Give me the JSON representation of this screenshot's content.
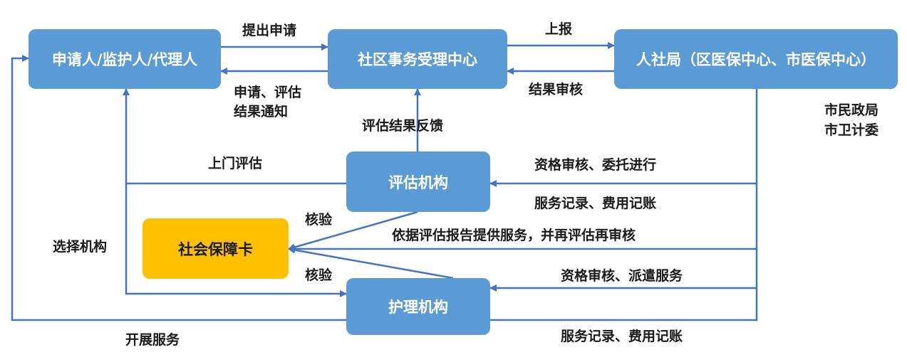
{
  "colors": {
    "box": "#5b9bd5",
    "card": "#ffc000",
    "line": "#4472c4"
  },
  "nodes": {
    "applicant": "申请人/监护人/代理人",
    "community": "社区事务受理中心",
    "bureau": "人社局（区医保中心、市医保中心）",
    "assessment": "评估机构",
    "card": "社会保障卡",
    "care": "护理机构"
  },
  "labels": {
    "submit": "提出申请",
    "report": "上报",
    "notify_line1": "申请、评估",
    "notify_line2": "结果通知",
    "review_result": "结果审核",
    "agencies_line1": "市民政局",
    "agencies_line2": "市卫计委",
    "feedback": "评估结果反馈",
    "home_assess": "上门评估",
    "qualify_entrust": "资格审核、委托进行",
    "record_billing_1": "服务记录、费用记账",
    "verify_1": "核验",
    "provide_service": "依据评估报告提供服务，并再评估再审核",
    "choose": "选择机构",
    "verify_2": "核验",
    "qualify_dispatch": "资格审核、派遣服务",
    "start_service": "开展服务",
    "record_billing_2": "服务记录、费用记账"
  }
}
